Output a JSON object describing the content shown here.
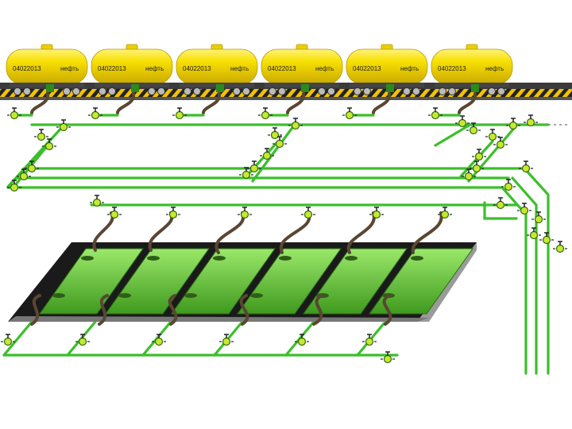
{
  "tanks": [
    {
      "number": "04022013",
      "cargo": "нефть"
    },
    {
      "number": "04022013",
      "cargo": "нефть"
    },
    {
      "number": "04022013",
      "cargo": "нефть"
    },
    {
      "number": "04022013",
      "cargo": "нефть"
    },
    {
      "number": "04022013",
      "cargo": "нефть"
    },
    {
      "number": "04022013",
      "cargo": "нефть"
    }
  ],
  "colors": {
    "tank": "#f2d400",
    "pipe": "#3bbf2a",
    "basin": "#5fbd2e",
    "rail_dark": "#333333",
    "hazard": "#f2c200",
    "hose": "#5a4632",
    "valve": "#c8e830"
  },
  "icons": {
    "valve": "valve-icon",
    "tank_car": "tank-car-icon"
  }
}
